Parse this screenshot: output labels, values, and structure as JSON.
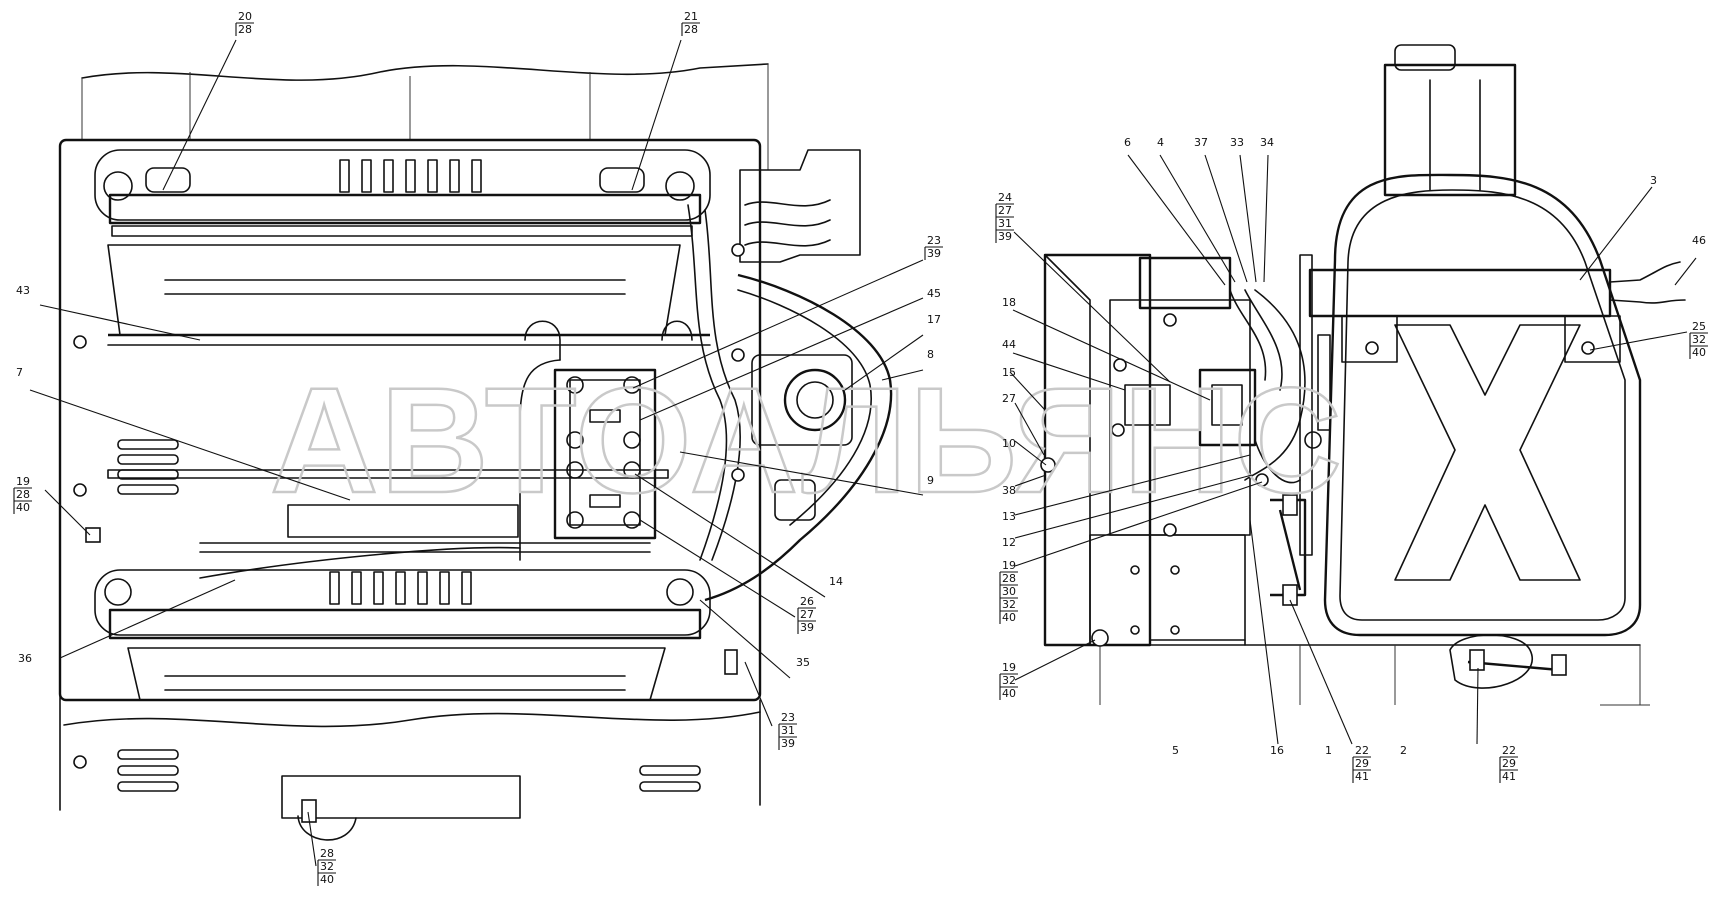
{
  "watermark": "АВТОАЛЬЯНС",
  "callouts": [
    {
      "id": "c20",
      "text": "20\n28"
    },
    {
      "id": "c21",
      "text": "21\n28"
    },
    {
      "id": "c43",
      "text": "43"
    },
    {
      "id": "c7",
      "text": "7"
    },
    {
      "id": "c19l",
      "text": "19\n28\n40"
    },
    {
      "id": "c36",
      "text": "36"
    },
    {
      "id": "c23a",
      "text": "23\n39"
    },
    {
      "id": "c45",
      "text": "45"
    },
    {
      "id": "c17",
      "text": "17"
    },
    {
      "id": "c8",
      "text": "8"
    },
    {
      "id": "c9",
      "text": "9"
    },
    {
      "id": "c14",
      "text": "14"
    },
    {
      "id": "c26",
      "text": "26\n27\n39"
    },
    {
      "id": "c35",
      "text": "35"
    },
    {
      "id": "c23b",
      "text": "23\n31\n39"
    },
    {
      "id": "c28b",
      "text": "28\n32\n40"
    },
    {
      "id": "c24",
      "text": "24\n27\n31\n39"
    },
    {
      "id": "c6",
      "text": "6"
    },
    {
      "id": "c4",
      "text": "4"
    },
    {
      "id": "c37",
      "text": "37"
    },
    {
      "id": "c33",
      "text": "33"
    },
    {
      "id": "c34",
      "text": "34"
    },
    {
      "id": "c3",
      "text": "3"
    },
    {
      "id": "c46",
      "text": "46"
    },
    {
      "id": "c18",
      "text": "18"
    },
    {
      "id": "c44",
      "text": "44"
    },
    {
      "id": "c15",
      "text": "15"
    },
    {
      "id": "c27",
      "text": "27"
    },
    {
      "id": "c10",
      "text": "10"
    },
    {
      "id": "c38",
      "text": "38"
    },
    {
      "id": "c13",
      "text": "13"
    },
    {
      "id": "c12",
      "text": "12"
    },
    {
      "id": "c19m",
      "text": "19\n28\n30\n32\n40"
    },
    {
      "id": "c19b",
      "text": "19\n32\n40"
    },
    {
      "id": "c5",
      "text": "5"
    },
    {
      "id": "c16",
      "text": "16"
    },
    {
      "id": "c1",
      "text": "1"
    },
    {
      "id": "c22a",
      "text": "22\n29\n41"
    },
    {
      "id": "c2",
      "text": "2"
    },
    {
      "id": "c22b",
      "text": "22\n29\n41"
    },
    {
      "id": "c25",
      "text": "25\n32\n40"
    }
  ]
}
